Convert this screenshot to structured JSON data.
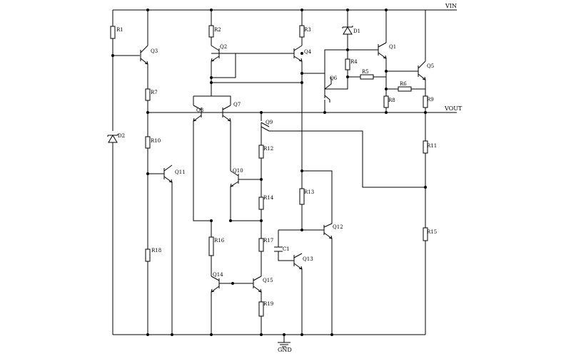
{
  "nets": {
    "vin": "VIN",
    "vout": "VOUT",
    "gnd": "GND"
  },
  "resistors": [
    "R1",
    "R2",
    "R3",
    "R4",
    "R5",
    "R6",
    "R7",
    "R8",
    "R9",
    "R10",
    "R11",
    "R12",
    "R13",
    "R14",
    "R15",
    "R16",
    "R17",
    "R18",
    "R19"
  ],
  "transistors": [
    "Q1",
    "Q2",
    "Q3",
    "Q4",
    "Q5",
    "Q6",
    "Q7",
    "Q8",
    "Q9",
    "Q10",
    "Q11",
    "Q12",
    "Q13",
    "Q14",
    "Q15"
  ],
  "diodes": [
    "D1",
    "D2"
  ],
  "capacitors": [
    "C1"
  ]
}
